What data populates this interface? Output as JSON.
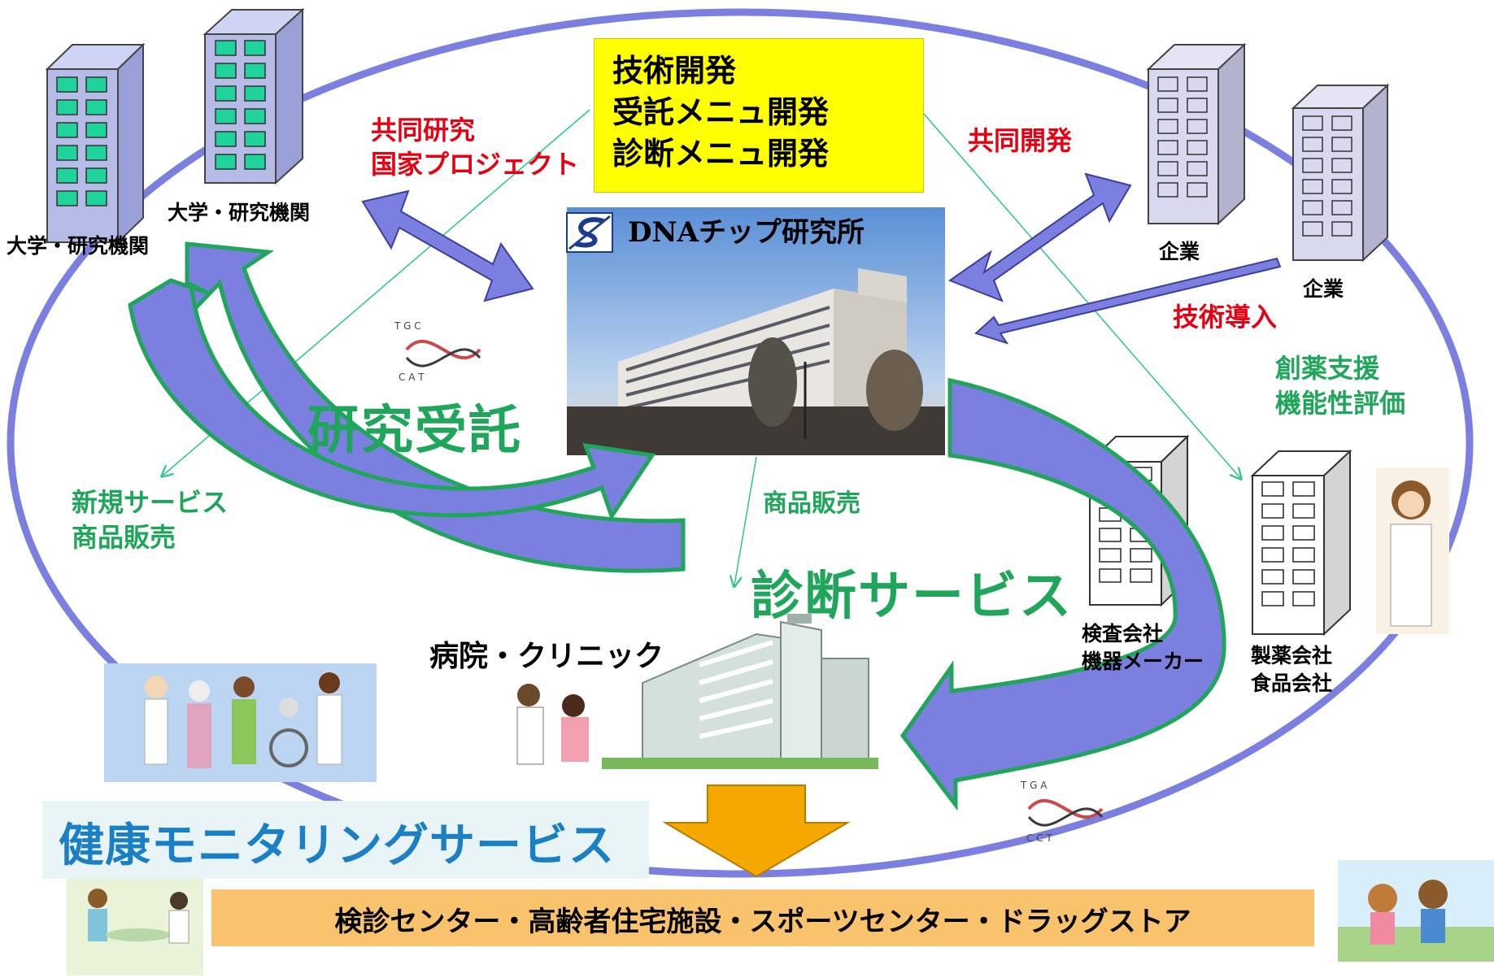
{
  "center": {
    "lab_name": "DNAチップ研究所",
    "dev_box": [
      "技術開発",
      "受託メニュ開発",
      "診断メニュ開発"
    ]
  },
  "labels": {
    "univ1": "大学・研究機関",
    "univ2": "大学・研究機関",
    "company1": "企業",
    "company2": "企業",
    "joint_research": [
      "共同研究",
      "国家プロジェクト"
    ],
    "joint_dev": "共同開発",
    "tech_intro": "技術導入",
    "drug_support": [
      "創薬支援",
      "機能性評価"
    ],
    "new_service": [
      "新規サービス",
      "商品販売"
    ],
    "product_sales": "商品販売",
    "research_contract": "研究受託",
    "diagnosis_service": "診断サービス",
    "hospital": "病院・クリニック",
    "inspection": [
      "検査会社",
      "機器メーカー"
    ],
    "pharma": [
      "製薬会社",
      "食品会社"
    ],
    "health_monitoring": "健康モニタリングサービス",
    "bottom_bar": "検診センター・高齢者住宅施設・スポーツセンター・ドラッグストア"
  },
  "colors": {
    "ellipse": "#7b7fe0",
    "arrow_fill": "#7b7fe0",
    "arrow_outline": "#1fa65a",
    "yellow_box": "#ffff00",
    "orange_arrow": "#f5a800",
    "health_text": "#1a7fc4",
    "bottom_bar": "#f9c36e",
    "red_text": "#e60012",
    "green_text": "#1fa65a"
  }
}
